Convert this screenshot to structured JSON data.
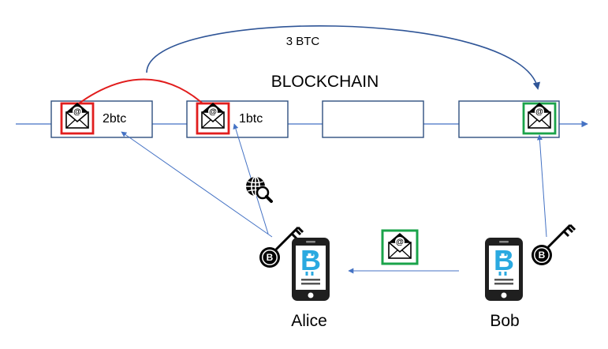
{
  "diagram": {
    "title": "BLOCKCHAIN",
    "transfer_label": "3 BTC",
    "blocks": [
      {
        "amount": "2btc",
        "status": "spent"
      },
      {
        "amount": "1btc",
        "status": "spent"
      },
      {
        "amount": "",
        "status": "empty"
      },
      {
        "amount": "",
        "status": "received"
      }
    ],
    "actors": {
      "sender": "Alice",
      "receiver": "Bob"
    },
    "icons": {
      "message": "envelope-at-icon",
      "phone": "bitcoin-phone-icon",
      "key": "bitcoin-key-icon",
      "search": "globe-search-icon",
      "coin": "bitcoin-icon"
    },
    "colors": {
      "spent_border": "#e11d1d",
      "received_border": "#1aa34a",
      "arrow": "#4472c4",
      "curve_red": "#e11d1d",
      "curve_blue": "#2f5597",
      "bitcoin": "#2aa9e0"
    }
  }
}
